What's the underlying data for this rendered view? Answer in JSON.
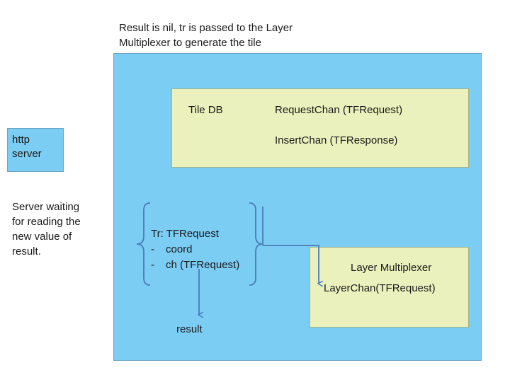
{
  "caption": {
    "line1": "Result is nil, tr is passed to the Layer",
    "line2": "Multiplexer to generate the tile"
  },
  "http_server": {
    "line1": "http",
    "line2": "server"
  },
  "server_waiting": {
    "line1": "Server waiting",
    "line2": "for reading the",
    "line3": "new value of",
    "line4": "result."
  },
  "tile_db": {
    "title": "Tile DB",
    "request_chan": "RequestChan (TFRequest)",
    "insert_chan": "InsertChan (TFResponse)"
  },
  "tr_struct": {
    "header": "Tr: TFRequest",
    "fields": [
      {
        "bullet": "-",
        "label": "coord"
      },
      {
        "bullet": "-",
        "label": "ch (TFRequest)"
      }
    ]
  },
  "result_label": "result",
  "layer_multiplexer": {
    "title": "Layer Multiplexer",
    "chan": "LayerChan(TFRequest)"
  },
  "colors": {
    "main_box": "#7ccdf4",
    "inner_box": "#eaf1bc",
    "arrow": "#4a7bb7"
  }
}
